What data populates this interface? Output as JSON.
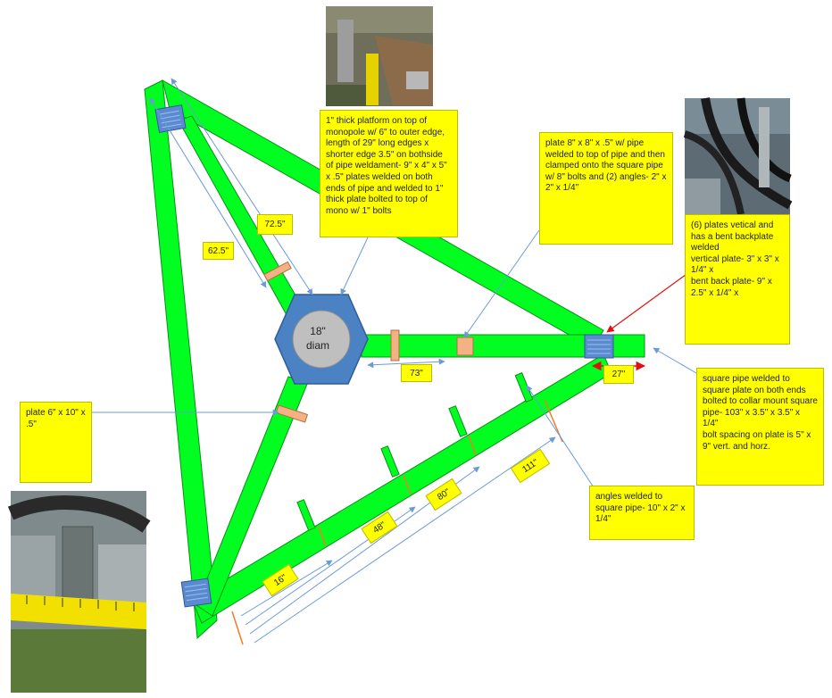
{
  "hub": {
    "label_line1": "18\"",
    "label_line2": "diam"
  },
  "notes": {
    "platform": "1\" thick platform on top of monopole w/ 6\" to outer edge, length of 29\" long edges x shorter edge 3.5\" on bothside of pipe weldament- 9\" x 4\" x 5\" x .5\" plates welded on both ends of pipe and welded to 1\" thick plate bolted to top of mono w/ 1\" bolts",
    "plate_8x8": "plate 8\" x 8\" x .5\" w/ pipe welded to top of pipe and then clamped onto the square pipe w/ 8\" bolts and (2) angles- 2\" x 2\" x 1/4\"",
    "six_plates": "(6) plates vetical and has a bent backplate welded\nvertical plate- 3\" x 3\" x 1/4\" x\nbent back plate- 9\" x 2.5\" x 1/4\" x",
    "square_pipe": "square pipe welded to square plate on both ends bolted to collar mount square pipe- 103\" x 3.5\" x 3.5\" x 1/4\"\nbolt spacing on plate is 5\" x 9\" vert. and horz.",
    "plate_6x10": "plate 6\" x 10\" x .5\"",
    "angles": "angles welded to square pipe- 10\" x 2\" x 1/4\""
  },
  "dimensions": {
    "d72_5": "72.5\"",
    "d62_5": "62.5\"",
    "d73": "73\"",
    "d27": "27\"",
    "d16": "16\"",
    "d48": "48\"",
    "d80": "80\"",
    "d111": "111\""
  },
  "photos": [
    {
      "name": "top-bracket-photo",
      "subject": "weldment bracket with tape measure"
    },
    {
      "name": "right-cable-photo",
      "subject": "cables and vertical plates on pipe"
    },
    {
      "name": "bottom-left-photo",
      "subject": "clamp on pipe with tape measure"
    }
  ],
  "colors": {
    "frame": "#00ff21",
    "frame_outline": "#0b8f17",
    "hub": "#4b82c4",
    "hub_circle": "#bfbfbf",
    "plate": "#f4b183",
    "bolt_plate": "#5c8ad1",
    "callout_arrow": "#6a9bd8",
    "red_arrow": "#e01010",
    "note_fill": "#ffff00",
    "orange_tick": "#f07c2a"
  }
}
